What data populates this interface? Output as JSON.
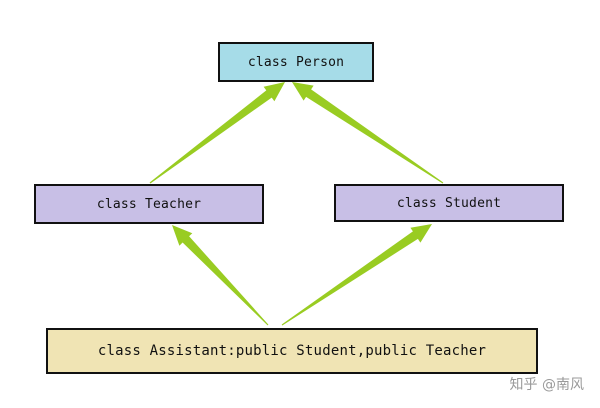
{
  "diagram": {
    "nodes": {
      "person": {
        "label": "class Person"
      },
      "teacher": {
        "label": "class Teacher"
      },
      "student": {
        "label": "class Student"
      },
      "assistant": {
        "label": "class Assistant:public Student,public Teacher"
      }
    },
    "edges": [
      {
        "from": "teacher",
        "to": "person"
      },
      {
        "from": "student",
        "to": "person"
      },
      {
        "from": "assistant",
        "to": "teacher"
      },
      {
        "from": "assistant",
        "to": "student"
      }
    ],
    "colors": {
      "person_fill": "#a6dce8",
      "teacher_fill": "#c8bfe6",
      "student_fill": "#c8bfe6",
      "assistant_fill": "#f0e4b4",
      "arrow": "#99cc22",
      "border": "#111111"
    }
  },
  "watermark": {
    "text": "知乎 @南风"
  }
}
